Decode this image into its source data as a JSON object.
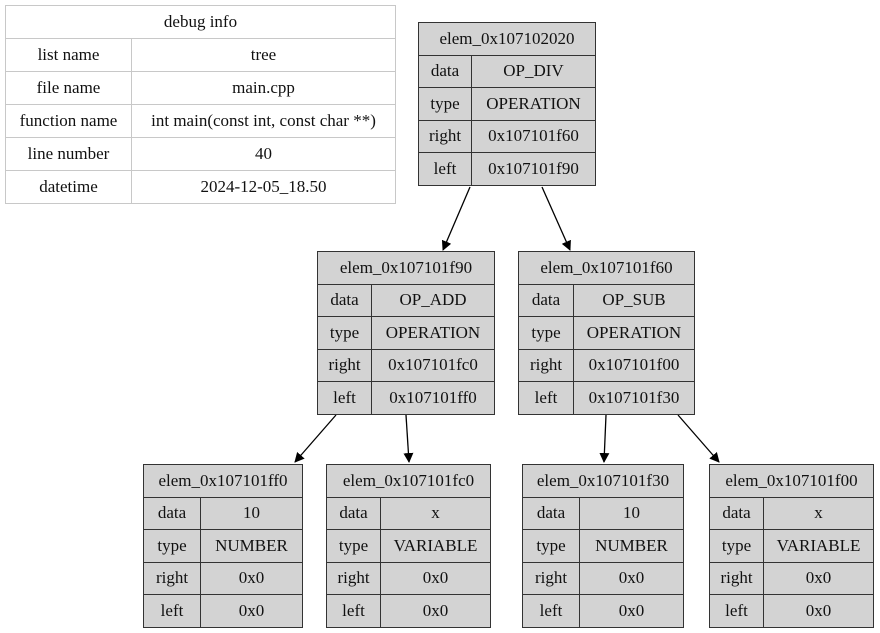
{
  "debug": {
    "title": "debug info",
    "rows": [
      {
        "key": "list name",
        "value": "tree"
      },
      {
        "key": "file name",
        "value": "main.cpp"
      },
      {
        "key": "function name",
        "value": "int main(const int, const char **)"
      },
      {
        "key": "line number",
        "value": "40"
      },
      {
        "key": "datetime",
        "value": "2024-12-05_18.50"
      }
    ]
  },
  "field_labels": {
    "data": "data",
    "type": "type",
    "right": "right",
    "left": "left"
  },
  "nodes": [
    {
      "title": "elem_0x107102020",
      "data": "OP_DIV",
      "type": "OPERATION",
      "right": "0x107101f60",
      "left": "0x107101f90"
    },
    {
      "title": "elem_0x107101f90",
      "data": "OP_ADD",
      "type": "OPERATION",
      "right": "0x107101fc0",
      "left": "0x107101ff0"
    },
    {
      "title": "elem_0x107101f60",
      "data": "OP_SUB",
      "type": "OPERATION",
      "right": "0x107101f00",
      "left": "0x107101f30"
    },
    {
      "title": "elem_0x107101ff0",
      "data": "10",
      "type": "NUMBER",
      "right": "0x0",
      "left": "0x0"
    },
    {
      "title": "elem_0x107101fc0",
      "data": "x",
      "type": "VARIABLE",
      "right": "0x0",
      "left": "0x0"
    },
    {
      "title": "elem_0x107101f30",
      "data": "10",
      "type": "NUMBER",
      "right": "0x0",
      "left": "0x0"
    },
    {
      "title": "elem_0x107101f00",
      "data": "x",
      "type": "VARIABLE",
      "right": "0x0",
      "left": "0x0"
    }
  ]
}
